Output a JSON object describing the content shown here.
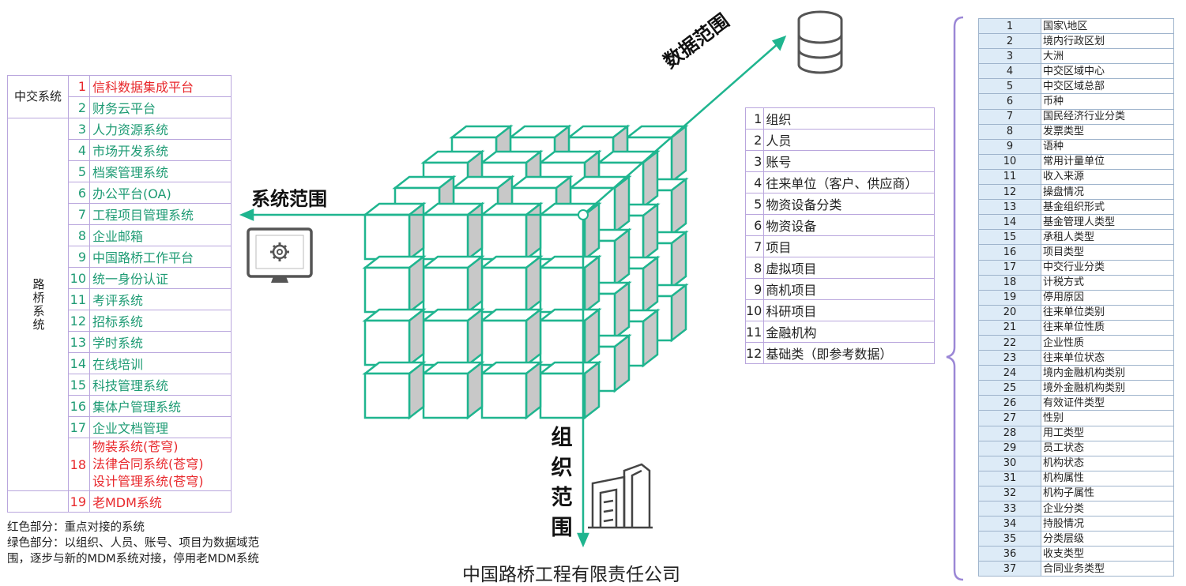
{
  "system_table": {
    "groups": [
      {
        "label": "中交系统",
        "rows": [
          {
            "num": "1",
            "name": "信科数据集成平台",
            "color": "red"
          },
          {
            "num": "2",
            "name": "财务云平台",
            "color": "green"
          }
        ]
      },
      {
        "label": "路桥系统",
        "rows": [
          {
            "num": "3",
            "name": "人力资源系统",
            "color": "green"
          },
          {
            "num": "4",
            "name": "市场开发系统",
            "color": "green"
          },
          {
            "num": "5",
            "name": "档案管理系统",
            "color": "green"
          },
          {
            "num": "6",
            "name": "办公平台(OA)",
            "color": "green"
          },
          {
            "num": "7",
            "name": "工程项目管理系统",
            "color": "green"
          },
          {
            "num": "8",
            "name": "企业邮箱",
            "color": "green"
          },
          {
            "num": "9",
            "name": "中国路桥工作平台",
            "color": "green"
          },
          {
            "num": "10",
            "name": "统一身份认证",
            "color": "green"
          },
          {
            "num": "11",
            "name": "考评系统",
            "color": "green"
          },
          {
            "num": "12",
            "name": "招标系统",
            "color": "green"
          },
          {
            "num": "13",
            "name": "学时系统",
            "color": "green"
          },
          {
            "num": "14",
            "name": "在线培训",
            "color": "green"
          },
          {
            "num": "15",
            "name": "科技管理系统",
            "color": "green"
          },
          {
            "num": "16",
            "name": "集体户管理系统",
            "color": "green"
          },
          {
            "num": "17",
            "name": "企业文档管理",
            "color": "green"
          },
          {
            "num": "18",
            "name": "物装系统(苍穹)\n法律合同系统(苍穹)\n设计管理系统(苍穹)",
            "color": "red"
          }
        ]
      },
      {
        "label": "",
        "rows": [
          {
            "num": "19",
            "name": "老MDM系统",
            "color": "red"
          }
        ]
      }
    ]
  },
  "notes": {
    "line1": "红色部分：重点对接的系统",
    "line2": "绿色部分：以组织、人员、账号、项目为数据域范围，逐步与新的MDM系统对接，停用老MDM系统"
  },
  "axes": {
    "system": "系统范围",
    "data": "数据范围",
    "org": "组织范围"
  },
  "company": "中国路桥工程有限责任公司",
  "data_table": [
    {
      "num": "1",
      "name": "组织"
    },
    {
      "num": "2",
      "name": "人员"
    },
    {
      "num": "3",
      "name": "账号"
    },
    {
      "num": "4",
      "name": "往来单位（客户、供应商）"
    },
    {
      "num": "5",
      "name": "物资设备分类"
    },
    {
      "num": "6",
      "name": "物资设备"
    },
    {
      "num": "7",
      "name": "项目"
    },
    {
      "num": "8",
      "name": "虚拟项目"
    },
    {
      "num": "9",
      "name": "商机项目"
    },
    {
      "num": "10",
      "name": "科研项目"
    },
    {
      "num": "11",
      "name": "金融机构"
    },
    {
      "num": "12",
      "name": "基础类（即参考数据）"
    }
  ],
  "ref_table": [
    {
      "num": "1",
      "name": "国家\\地区"
    },
    {
      "num": "2",
      "name": "境内行政区划"
    },
    {
      "num": "3",
      "name": "大洲"
    },
    {
      "num": "4",
      "name": "中交区域中心"
    },
    {
      "num": "5",
      "name": "中交区域总部"
    },
    {
      "num": "6",
      "name": "币种"
    },
    {
      "num": "7",
      "name": "国民经济行业分类"
    },
    {
      "num": "8",
      "name": "发票类型"
    },
    {
      "num": "9",
      "name": "语种"
    },
    {
      "num": "10",
      "name": "常用计量单位"
    },
    {
      "num": "11",
      "name": "收入来源"
    },
    {
      "num": "12",
      "name": "操盘情况"
    },
    {
      "num": "13",
      "name": "基金组织形式"
    },
    {
      "num": "14",
      "name": "基金管理人类型"
    },
    {
      "num": "15",
      "name": "承租人类型"
    },
    {
      "num": "16",
      "name": "项目类型"
    },
    {
      "num": "17",
      "name": "中交行业分类"
    },
    {
      "num": "18",
      "name": "计税方式"
    },
    {
      "num": "19",
      "name": "停用原因"
    },
    {
      "num": "20",
      "name": "往来单位类别"
    },
    {
      "num": "21",
      "name": "往来单位性质"
    },
    {
      "num": "22",
      "name": "企业性质"
    },
    {
      "num": "23",
      "name": "往来单位状态"
    },
    {
      "num": "24",
      "name": "境内金融机构类别"
    },
    {
      "num": "25",
      "name": "境外金融机构类别"
    },
    {
      "num": "26",
      "name": "有效证件类型"
    },
    {
      "num": "27",
      "name": "性别"
    },
    {
      "num": "28",
      "name": "用工类型"
    },
    {
      "num": "29",
      "name": "员工状态"
    },
    {
      "num": "30",
      "name": "机构状态"
    },
    {
      "num": "31",
      "name": "机构属性"
    },
    {
      "num": "32",
      "name": "机构子属性"
    },
    {
      "num": "33",
      "name": "企业分类"
    },
    {
      "num": "34",
      "name": "持股情况"
    },
    {
      "num": "35",
      "name": "分类层级"
    },
    {
      "num": "36",
      "name": "收支类型"
    },
    {
      "num": "37",
      "name": "合同业务类型"
    }
  ],
  "icons": {
    "database": "database-icon",
    "monitor": "monitor-gear-icon",
    "building": "building-icon"
  },
  "colors": {
    "cube_edge": "#1fb58f",
    "cube_side": "#c8c8c8",
    "red": "#e8282c",
    "green": "#1e9b74",
    "bracket": "#9b87d6"
  }
}
